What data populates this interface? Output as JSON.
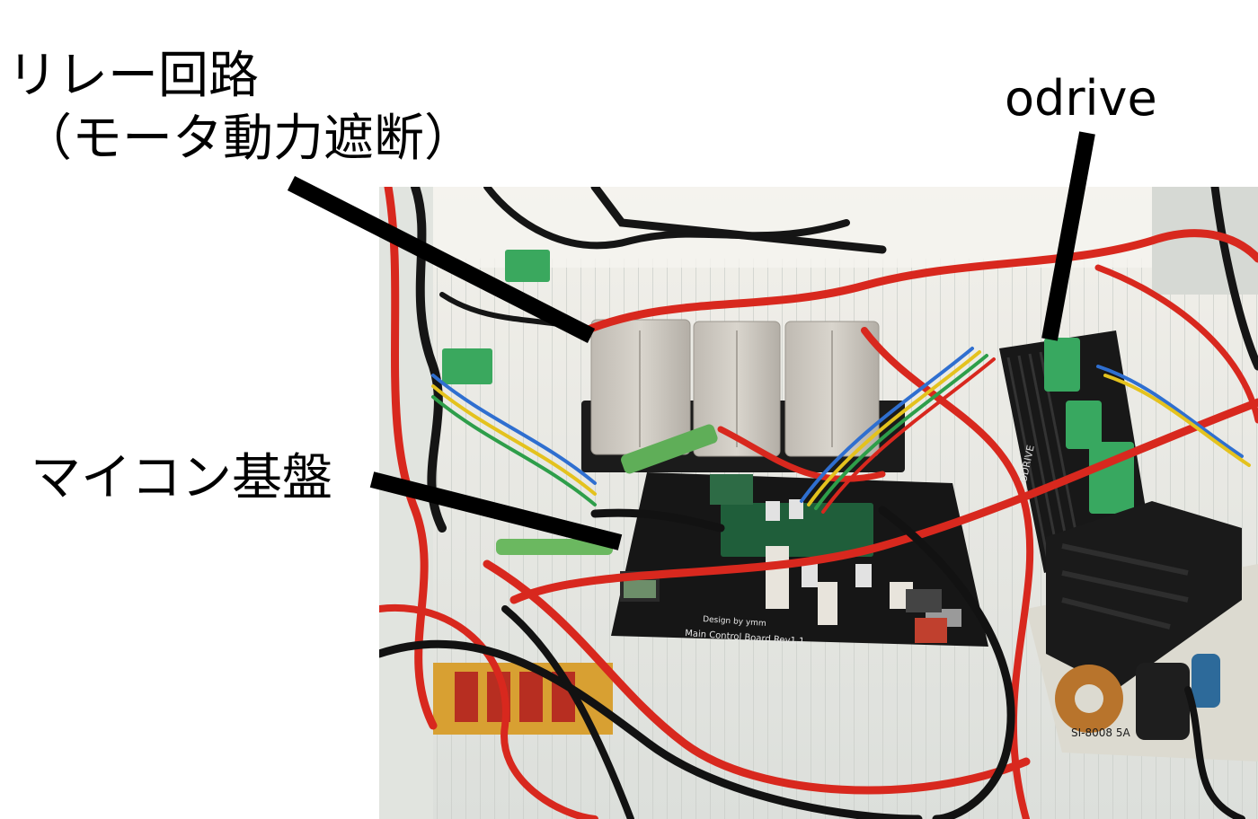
{
  "annotations": {
    "relay_title": "リレー回路",
    "relay_subtitle": "（モータ動力遮断）",
    "odrive": "odrive",
    "microcontroller": "マイコン基盤"
  },
  "colors": {
    "pointer": "#000000",
    "wire_red": "#d8281e",
    "wire_black": "#151515",
    "pcb": "#1a1a1a",
    "relay": "#cfcbc4",
    "terminal_green": "#38a860",
    "background_panel": "#e9ebe6"
  },
  "board_text": {
    "main_board": "Main Control Board Rev1.1",
    "designer": "Design by ymm",
    "power_module": "SI-8008 5A",
    "odrive_mark": "ODRIVE"
  }
}
